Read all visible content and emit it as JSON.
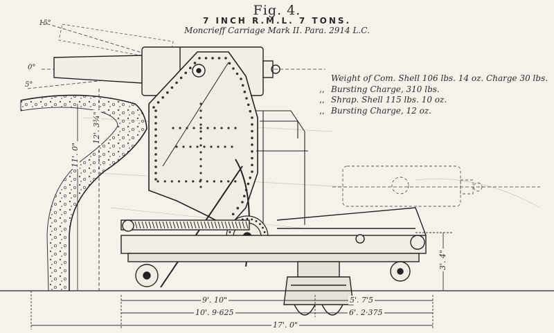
{
  "title": {
    "figure": "Fig. 4.",
    "main": "7 INCH R.M.L. 7 TONS.",
    "subtitle": "Moncrieff Carriage Mark II. Para. 2914 L.C."
  },
  "weights": [
    {
      "prefix": "",
      "text": "Weight of Com. Shell 106 lbs. 14 oz. Charge 30 lbs."
    },
    {
      "prefix": ",,",
      "text": "Bursting Charge, 310 lbs."
    },
    {
      "prefix": ",,",
      "text": "Shrap. Shell 115 lbs. 10 oz."
    },
    {
      "prefix": ",,",
      "text": "Bursting Charge, 12 oz."
    }
  ],
  "angles": {
    "elev_15": "15°",
    "elev_0": "0°",
    "elev_5": "5°"
  },
  "dimensions": {
    "d_9_10": "9'. 10\"",
    "d_5_7_5": "5'. 7'5",
    "d_10_9_625": "10'. 9·625",
    "d_6_2_375": "6'. 2·375",
    "d_17_0": "17'. 0\"",
    "d_11_0": "11'. 0\"",
    "d_12_3_4": "12'. 3¾\"",
    "d_3_4": "3'. 4\""
  },
  "colors": {
    "paper": "#f4f2ea",
    "ink": "#2a2a2a",
    "faint": "#b9b7ad"
  }
}
